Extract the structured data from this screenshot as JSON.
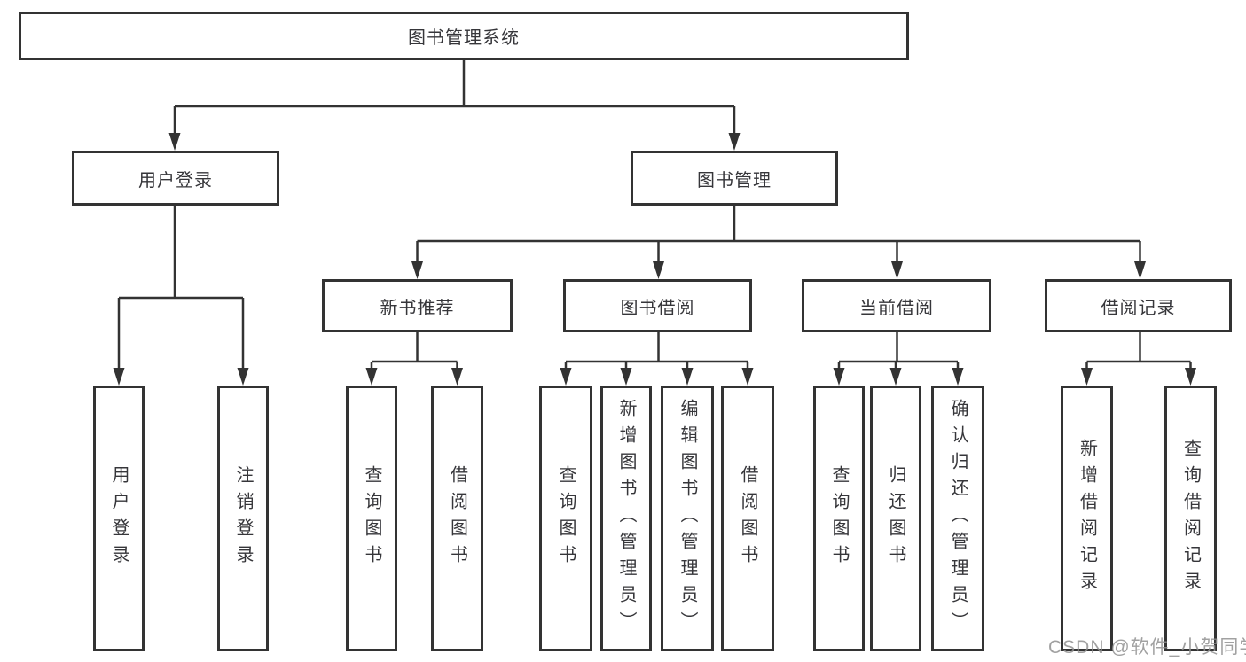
{
  "title": "图书管理系统",
  "tree": {
    "root": {
      "label": "图书管理系统"
    },
    "branches": [
      {
        "label": "用户登录",
        "children": [
          {
            "label": "用户登录"
          },
          {
            "label": "注销登录"
          }
        ]
      },
      {
        "label": "图书管理",
        "children": [
          {
            "label": "新书推荐",
            "children": [
              {
                "label": "查询图书"
              },
              {
                "label": "借阅图书"
              }
            ]
          },
          {
            "label": "图书借阅",
            "children": [
              {
                "label": "查询图书"
              },
              {
                "label": "新增图书（管理员）"
              },
              {
                "label": "编辑图书（管理员）"
              },
              {
                "label": "借阅图书"
              }
            ]
          },
          {
            "label": "当前借阅",
            "children": [
              {
                "label": "查询图书"
              },
              {
                "label": "归还图书"
              },
              {
                "label": "确认归还（管理员）"
              }
            ]
          },
          {
            "label": "借阅记录",
            "children": [
              {
                "label": "新增借阅记录"
              },
              {
                "label": "查询借阅记录"
              }
            ]
          }
        ]
      }
    ]
  },
  "watermark": "CSDN @软件_小贺同学",
  "colors": {
    "line": "#333333",
    "text": "#36363a",
    "watermark": "#919191",
    "background": "#ffffff"
  }
}
